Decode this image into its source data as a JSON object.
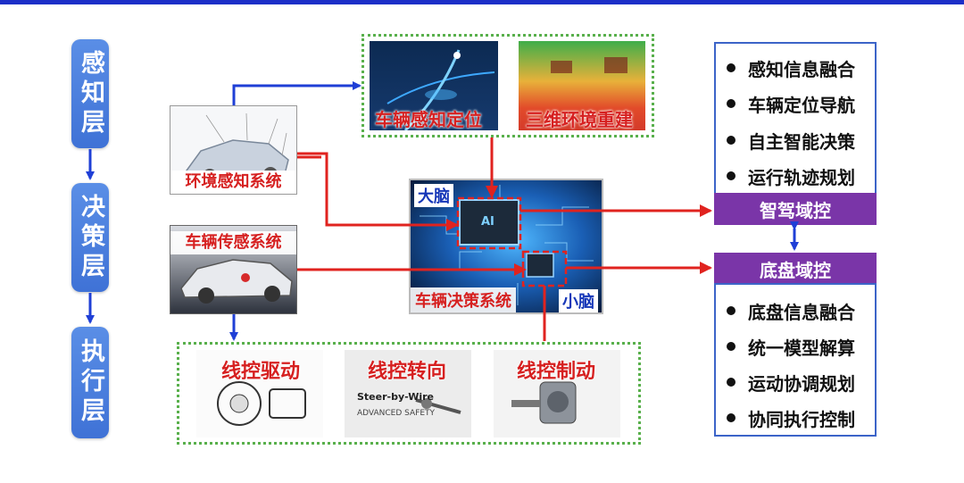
{
  "layers": {
    "perception": "感知层",
    "decision": "决策层",
    "execution": "执行层"
  },
  "perception_top": {
    "vehicle_localization": "车辆感知定位",
    "reconstruction_3d": "三维环境重建"
  },
  "systems": {
    "env_perception": "环境感知系统",
    "vehicle_sensing": "车辆传感系统",
    "decision_system": "车辆决策系统",
    "big_brain": "大脑",
    "small_brain": "小脑",
    "chip_label": "AI"
  },
  "actuators": {
    "drive": "线控驱动",
    "steering": "线控转向",
    "braking": "线控制动",
    "steering_image_text_1": "Steer-by-Wire",
    "steering_image_text_2": "ADVANCED SAFETY"
  },
  "domains": {
    "smart_driving": "智驾域控",
    "chassis": "底盘域控"
  },
  "smart_driving_functions": [
    "感知信息融合",
    "车辆定位导航",
    "自主智能决策",
    "运行轨迹规划"
  ],
  "chassis_functions": [
    "底盘信息融合",
    "统一模型解算",
    "运动协调规划",
    "协同执行控制"
  ],
  "colors": {
    "blue_arrow": "#1f3fd6",
    "red_arrow": "#e0231f",
    "pill": "#4a7fe0",
    "domain_purple": "#7a35a8",
    "dotted_green": "#59b04c",
    "caption_red": "#d62020"
  }
}
